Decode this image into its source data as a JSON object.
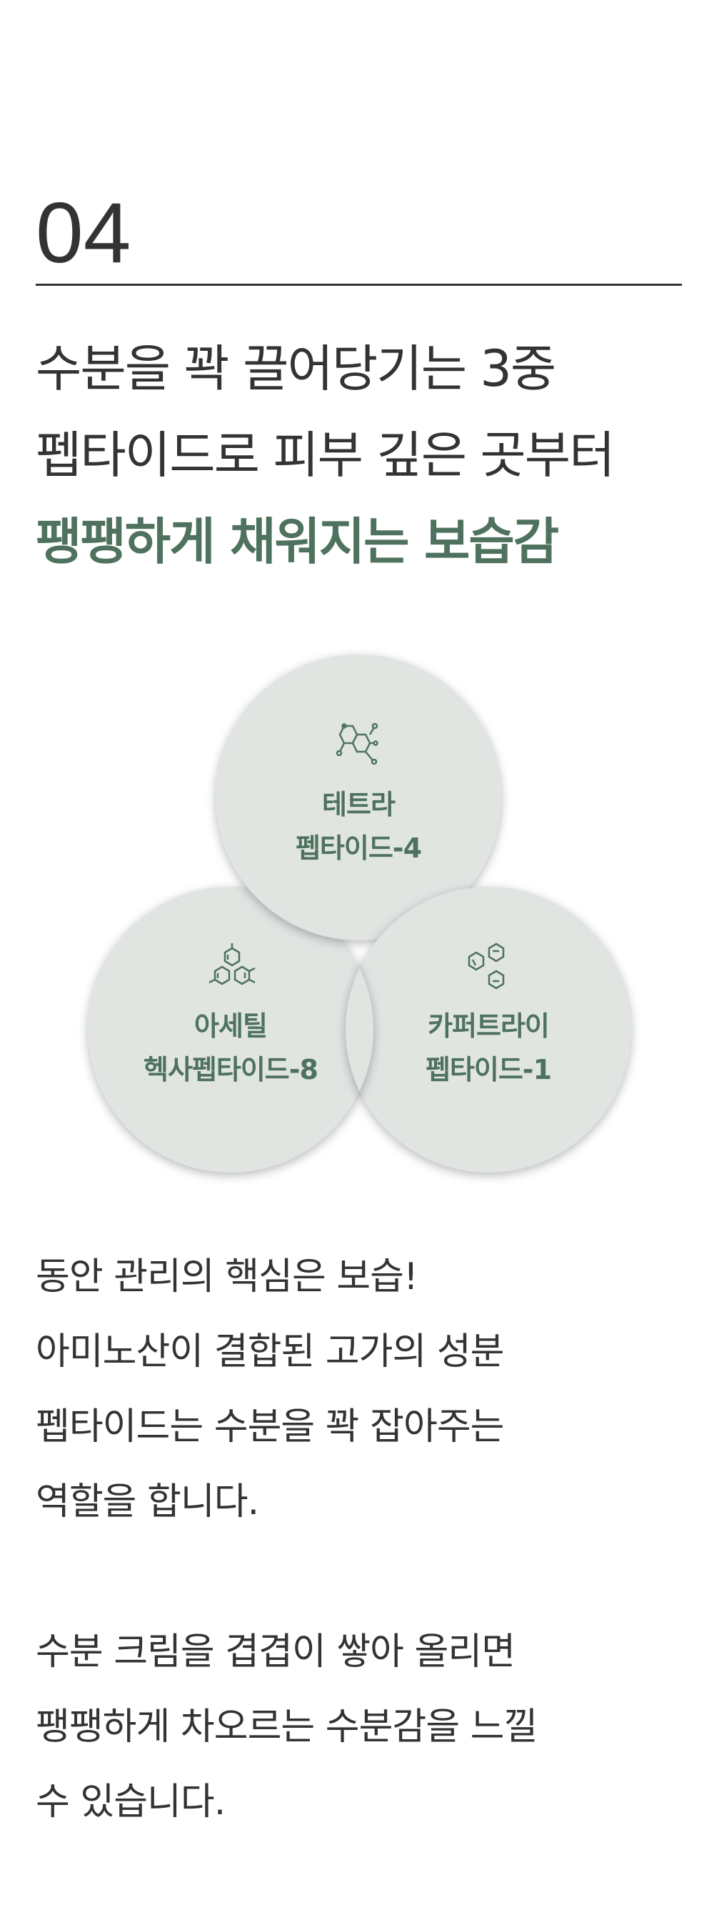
{
  "section": {
    "number": "04",
    "headline": {
      "line1": "수분을 꽉 끌어당기는 3중",
      "line2": "펩타이드로 피부 깊은 곳부터",
      "line3": "팽팽하게 채워지는 보습감"
    }
  },
  "ingredients": [
    {
      "icon": "molecule-icon",
      "line1": "테트라",
      "line2": "펩타이드-4"
    },
    {
      "icon": "triple-ring-molecule-icon",
      "line1": "아세틸",
      "line2": "헥사펩타이드-8"
    },
    {
      "icon": "benzene-rings-icon",
      "line1": "카퍼트라이",
      "line2": "펩타이드-1"
    }
  ],
  "description": {
    "paragraph1": [
      "동안 관리의 핵심은 보습!",
      "아미노산이 결합된 고가의 성분",
      "펩타이드는 수분을 꽉 잡아주는",
      "역할을 합니다."
    ],
    "paragraph2": [
      "수분 크림을 겹겹이 쌓아 올리면",
      "팽팽하게 차오르는 수분감을 느낄",
      "수 있습니다."
    ]
  },
  "colors": {
    "text": "#333333",
    "accent": "#4e725e",
    "circle": "#e1e5e2"
  }
}
